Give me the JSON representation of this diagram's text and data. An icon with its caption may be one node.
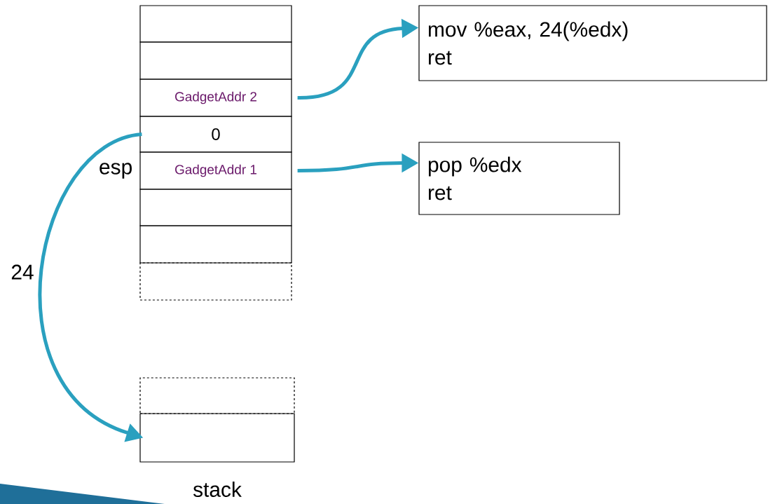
{
  "diagram": {
    "nodes": [
      {
        "text": [],
        "shape": "box"
      },
      {
        "text": [],
        "shape": "box"
      },
      {
        "text": [
          "GadgetAddr 2"
        ]
      },
      {
        "text": [
          "0"
        ]
      },
      {
        "text": [
          "GadgetAddr 1"
        ],
        "beside": [
          "esp"
        ]
      },
      {
        "text": [],
        "shape": "box"
      },
      {
        "text": [],
        "shape": "box"
      },
      {
        "text": [],
        "shape": "box"
      },
      {
        "text": [],
        "shape": "box"
      },
      {
        "text": [],
        "shape": "box"
      },
      {
        "text": [
          "mov %eax, 24(%edx)",
          "ret"
        ]
      },
      {
        "text": [
          "pop %edx",
          "ret"
        ]
      }
    ],
    "edges": [
      {
        "from": 2,
        "to": 10,
        "arrow": "to"
      },
      {
        "from": 4,
        "to": 11,
        "arrow": "to"
      },
      {
        "from": 3,
        "to": 9,
        "arrow": "to",
        "label": "24"
      }
    ],
    "labels": [
      "stack"
    ]
  }
}
